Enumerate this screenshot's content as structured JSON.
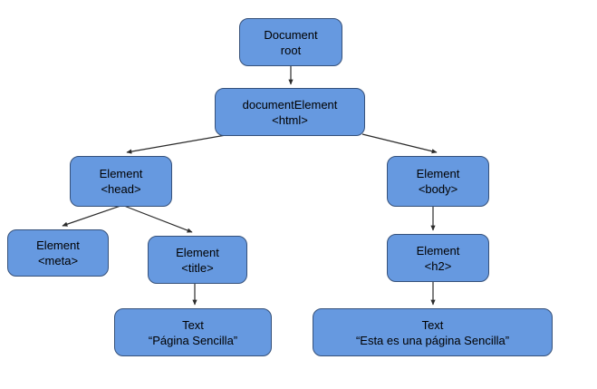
{
  "diagram": {
    "type": "dom-tree",
    "background_color": "#ffffff",
    "node_fill_color": "#6699e0",
    "node_border_color": "#36517a",
    "connector_color": "#2b2b2b",
    "text_color": "#000000",
    "nodes": {
      "document_root": {
        "line1": "Document",
        "line2": "root"
      },
      "document_element": {
        "line1": "documentElement",
        "line2": "<html>"
      },
      "element_head": {
        "line1": "Element",
        "line2": "<head>"
      },
      "element_body": {
        "line1": "Element",
        "line2": "<body>"
      },
      "element_meta": {
        "line1": "Element",
        "line2": "<meta>"
      },
      "element_title": {
        "line1": "Element",
        "line2": "<title>"
      },
      "element_h2": {
        "line1": "Element",
        "line2": "<h2>"
      },
      "text_title": {
        "line1": "Text",
        "line2": "“Página Sencilla”"
      },
      "text_h2": {
        "line1": "Text",
        "line2": "“Esta es una página Sencilla”"
      }
    },
    "edges": [
      {
        "from": "document_root",
        "to": "document_element"
      },
      {
        "from": "document_element",
        "to": "element_head"
      },
      {
        "from": "document_element",
        "to": "element_body"
      },
      {
        "from": "element_head",
        "to": "element_meta"
      },
      {
        "from": "element_head",
        "to": "element_title"
      },
      {
        "from": "element_title",
        "to": "text_title"
      },
      {
        "from": "element_body",
        "to": "element_h2"
      },
      {
        "from": "element_h2",
        "to": "text_h2"
      }
    ]
  }
}
